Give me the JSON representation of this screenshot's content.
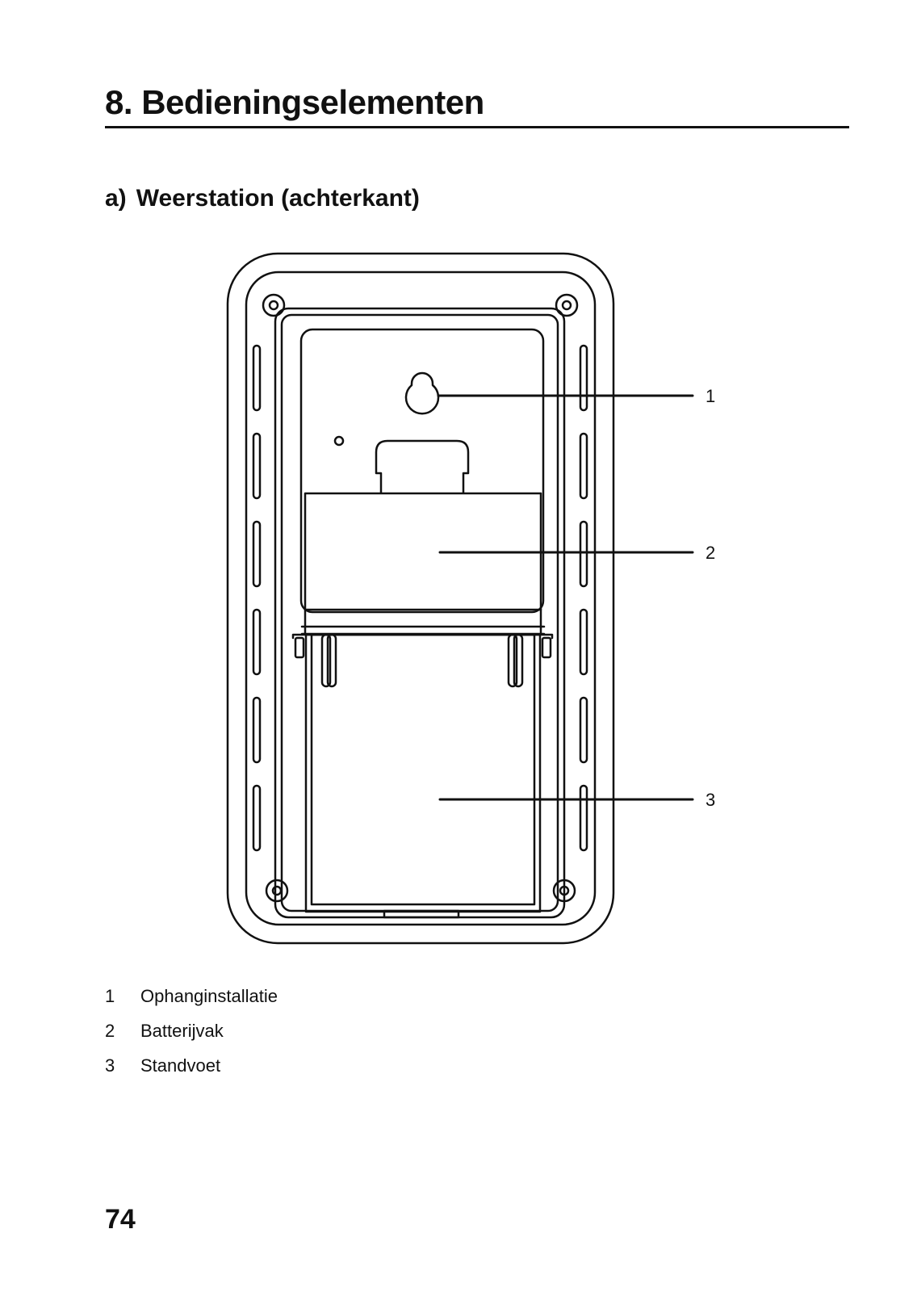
{
  "section": {
    "title": "8. Bedieningselementen"
  },
  "subsection": {
    "letter": "a)",
    "title": "Weerstation (achterkant)"
  },
  "figure": {
    "callouts": [
      "1",
      "2",
      "3"
    ]
  },
  "legend": [
    {
      "num": "1",
      "label": "Ophanginstallatie"
    },
    {
      "num": "2",
      "label": "Batterijvak"
    },
    {
      "num": "3",
      "label": "Standvoet"
    }
  ],
  "page_number": "74"
}
